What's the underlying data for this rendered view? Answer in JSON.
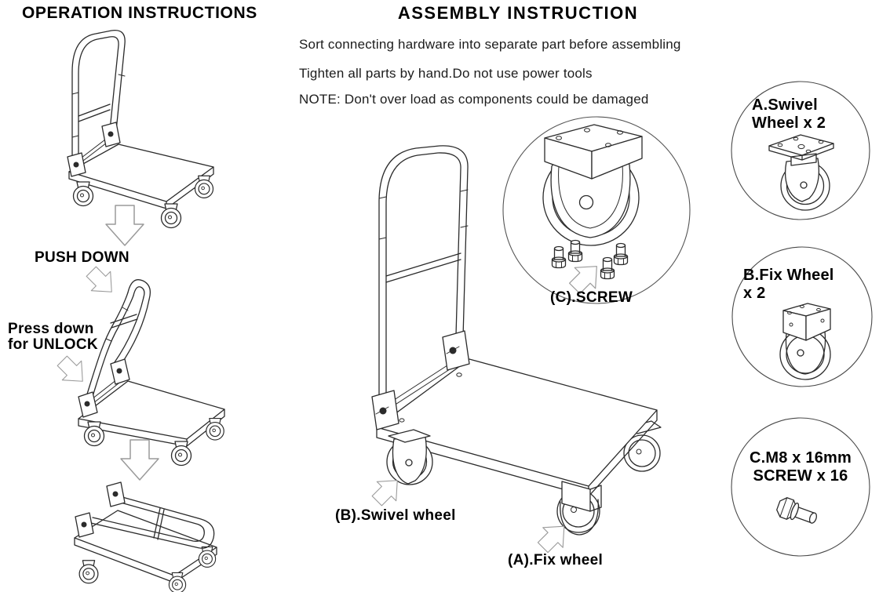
{
  "document": {
    "left_section": {
      "title": "OPERATION INSTRUCTIONS",
      "push_down_label": "PUSH DOWN",
      "unlock_label_line1": "Press down",
      "unlock_label_line2": "for UNLOCK"
    },
    "assembly_section": {
      "title": "ASSEMBLY INSTRUCTION",
      "instructions": [
        "Sort connecting hardware into separate part before assembling",
        "Tighten all parts by hand.Do not use power tools",
        "NOTE: Don't over load as components could be damaged"
      ],
      "callouts": {
        "screw": "(C).SCREW",
        "swivel_wheel": "(B).Swivel wheel",
        "fix_wheel": "(A).Fix wheel"
      }
    },
    "parts": {
      "a": {
        "line1": "A.Swivel",
        "line2": "Wheel x 2"
      },
      "b": {
        "line1": "B.Fix Wheel",
        "line2": "x 2"
      },
      "c": {
        "line1": "C.M8 x 16mm",
        "line2": "SCREW x 16"
      }
    },
    "colors": {
      "line_art": "#2b2b2b",
      "arrow_outline": "#9a9a9a",
      "background": "#ffffff"
    }
  }
}
